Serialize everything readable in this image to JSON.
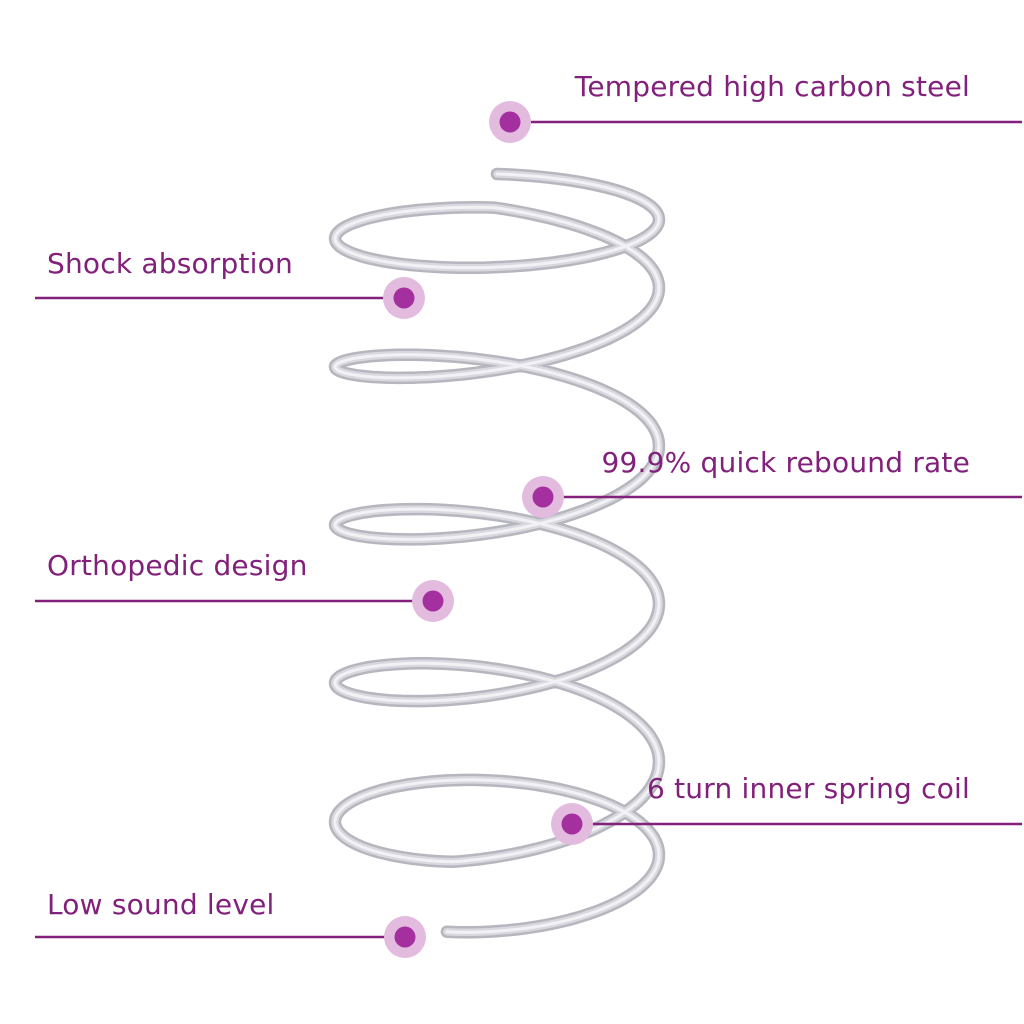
{
  "diagram": {
    "type": "product-feature-callout-diagram",
    "subject": "pocket spring coil",
    "colors": {
      "background": "#ffffff",
      "accent": "#82217b",
      "dot_core": "#a42f9f",
      "dot_halo": "#e3bbdf",
      "wire_dark": "#b6b6be",
      "wire_mid": "#d8d8de",
      "wire_light": "#f2f2f6"
    },
    "callouts": [
      {
        "label": "Tempered high carbon steel",
        "side": "right"
      },
      {
        "label": "Shock absorption",
        "side": "left"
      },
      {
        "label": "99.9% quick rebound rate",
        "side": "right"
      },
      {
        "label": "Orthopedic design",
        "side": "left"
      },
      {
        "label": "6 turn inner spring coil",
        "side": "right"
      },
      {
        "label": "Low sound level",
        "side": "left"
      }
    ]
  }
}
